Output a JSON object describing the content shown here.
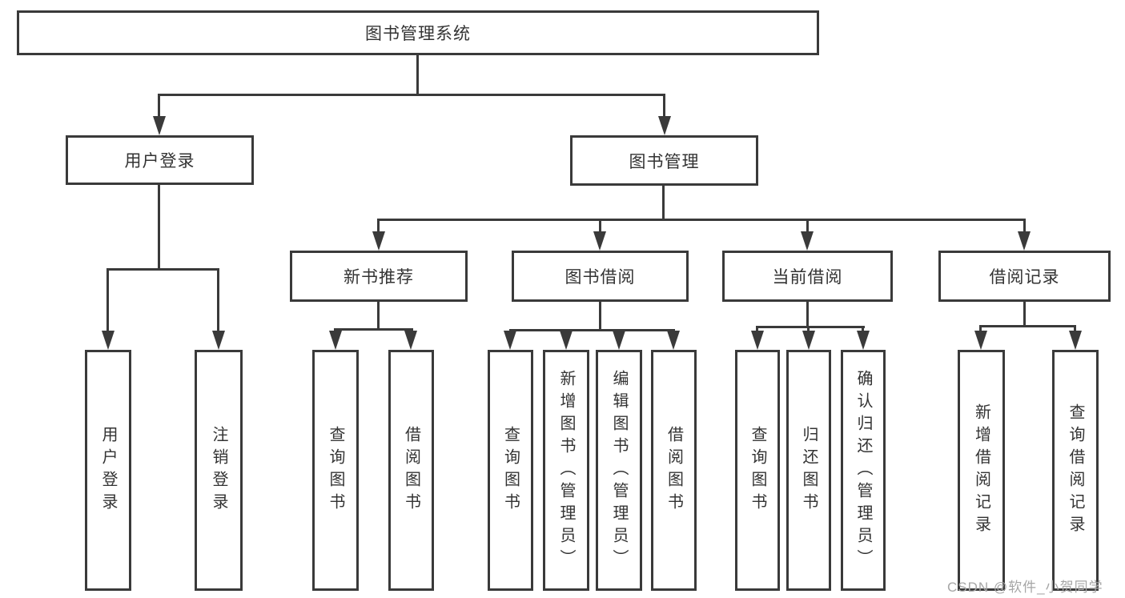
{
  "nodes": {
    "root": "图书管理系统",
    "user_login": "用户登录",
    "book_mgmt": "图书管理",
    "new_book": "新书推荐",
    "book_borrow": "图书借阅",
    "current_borrow": "当前借阅",
    "borrow_records": "借阅记录"
  },
  "leaves": {
    "login_user": "用户登录",
    "login_logout": "注销登录",
    "new_query": "查询图书",
    "new_borrow": "借阅图书",
    "bb_query": "查询图书",
    "bb_add": "新增图书（管理员）",
    "bb_edit": "编辑图书（管理员）",
    "bb_borrow": "借阅图书",
    "cb_query": "查询图书",
    "cb_return": "归还图书",
    "cb_confirm": "确认归还（管理员）",
    "rec_add": "新增借阅记录",
    "rec_query": "查询借阅记录"
  },
  "watermark": "CSDN @软件_小贺同学",
  "colors": {
    "line": "#3a3a3a",
    "text": "#333333",
    "watermark": "#a6a6a6",
    "background": "#ffffff"
  },
  "hierarchy": [
    {
      "parent": "图书管理系统",
      "children": [
        "用户登录",
        "图书管理"
      ]
    },
    {
      "parent": "用户登录",
      "children": [
        "用户登录",
        "注销登录"
      ]
    },
    {
      "parent": "图书管理",
      "children": [
        "新书推荐",
        "图书借阅",
        "当前借阅",
        "借阅记录"
      ]
    },
    {
      "parent": "新书推荐",
      "children": [
        "查询图书",
        "借阅图书"
      ]
    },
    {
      "parent": "图书借阅",
      "children": [
        "查询图书",
        "新增图书（管理员）",
        "编辑图书（管理员）",
        "借阅图书"
      ]
    },
    {
      "parent": "当前借阅",
      "children": [
        "查询图书",
        "归还图书",
        "确认归还（管理员）"
      ]
    },
    {
      "parent": "借阅记录",
      "children": [
        "新增借阅记录",
        "查询借阅记录"
      ]
    }
  ]
}
